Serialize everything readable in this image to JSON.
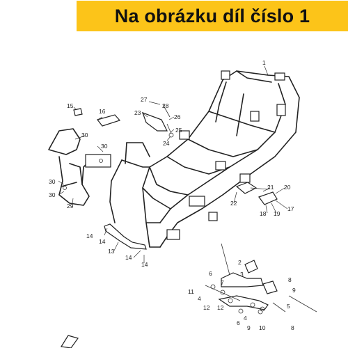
{
  "banner": {
    "text": "Na obrázku díl číslo 1",
    "color": "#fcc419"
  },
  "diagram": {
    "labels": {
      "l1": "1",
      "l2": "2",
      "l3": "3",
      "l4a": "4",
      "l4b": "4",
      "l5": "5",
      "l6a": "6",
      "l6b": "6",
      "l7": "7",
      "l8a": "8",
      "l8b": "8",
      "l9a": "9",
      "l9b": "9",
      "l10": "10",
      "l11": "11",
      "l12a": "12",
      "l12b": "12",
      "l13": "13",
      "l14a": "14",
      "l14b": "14",
      "l14c": "14",
      "l14d": "14",
      "l15": "15",
      "l16": "16",
      "l17": "17",
      "l18": "18",
      "l19": "19",
      "l20": "20",
      "l21": "21",
      "l22": "22",
      "l23": "23",
      "l24": "24",
      "l25": "25",
      "l26": "26",
      "l27": "27",
      "l28": "28",
      "l29": "29",
      "l30a": "30",
      "l30b": "30",
      "l30c": "30",
      "l30d": "30"
    }
  }
}
